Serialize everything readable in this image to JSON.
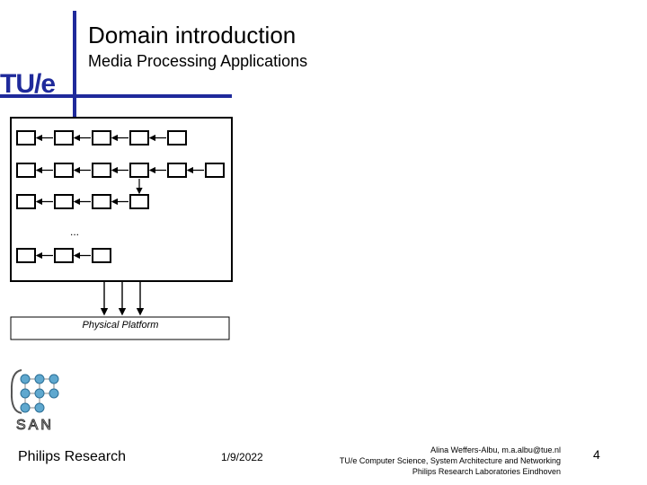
{
  "slide": {
    "title": "Domain introduction",
    "subtitle": "Media Processing Applications"
  },
  "logo": {
    "text": "TU/e",
    "color": "#1f2a9b"
  },
  "diagram": {
    "ellipsis": "...",
    "platform_label": "Physical Platform",
    "chains": [
      5,
      6,
      4,
      3
    ]
  },
  "footer": {
    "company": "Philips Research",
    "date": "1/9/2022",
    "author_line1": "Alina Weffers-Albu, m.a.albu@tue.nl",
    "author_line2": "TU/e Computer Science, System Architecture and Networking",
    "author_line3": "Philips Research Laboratories Eindhoven",
    "page_number": "4"
  },
  "san_logo": {
    "text": "SAN"
  },
  "colors": {
    "accent": "#1f2a9b",
    "san_dot": "#5fa8cf"
  }
}
